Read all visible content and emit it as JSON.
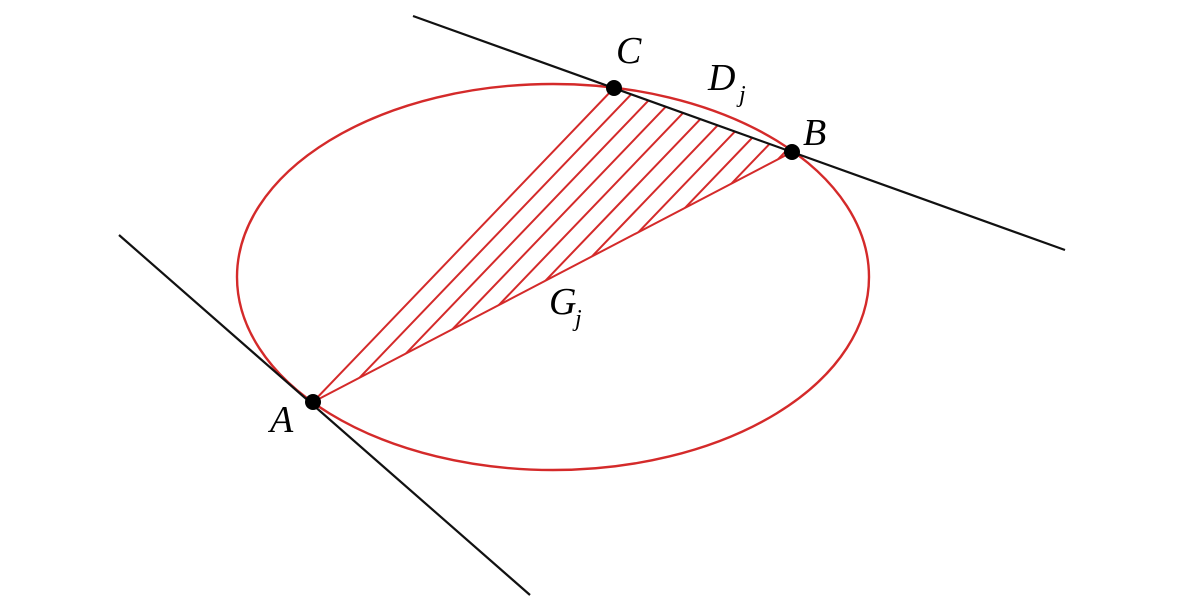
{
  "colors": {
    "curve": "#d42a2a",
    "hatch": "#d42a2a",
    "line": "#111111",
    "point": "#000000",
    "background": "#ffffff"
  },
  "points": {
    "A": "A",
    "B": "B",
    "C": "C"
  },
  "regions": {
    "D": {
      "main": "D",
      "sub": "j"
    },
    "G": {
      "main": "G",
      "sub": "j"
    }
  }
}
